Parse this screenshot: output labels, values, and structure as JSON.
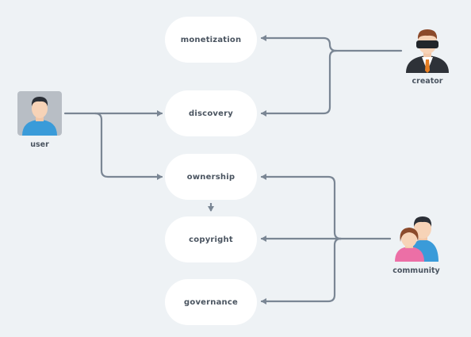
{
  "nodes": {
    "monetization": "monetization",
    "discovery": "discovery",
    "ownership": "ownership",
    "copyright": "copyright",
    "governance": "governance"
  },
  "actors": {
    "user": "user",
    "creator": "creator",
    "community": "community"
  },
  "colors": {
    "background": "#eef2f5",
    "node_fill": "#ffffff",
    "connector": "#7a8694",
    "label_text": "#4a5460",
    "user_shirt": "#3a9bd9",
    "creator_suit": "#2e3238",
    "creator_tie": "#e67e22",
    "community_female_top": "#ec6fa6",
    "community_male_top": "#3a9bd9"
  },
  "icons": {
    "user": "user-avatar-icon",
    "creator": "creator-vr-headset-icon",
    "community": "community-group-icon"
  }
}
